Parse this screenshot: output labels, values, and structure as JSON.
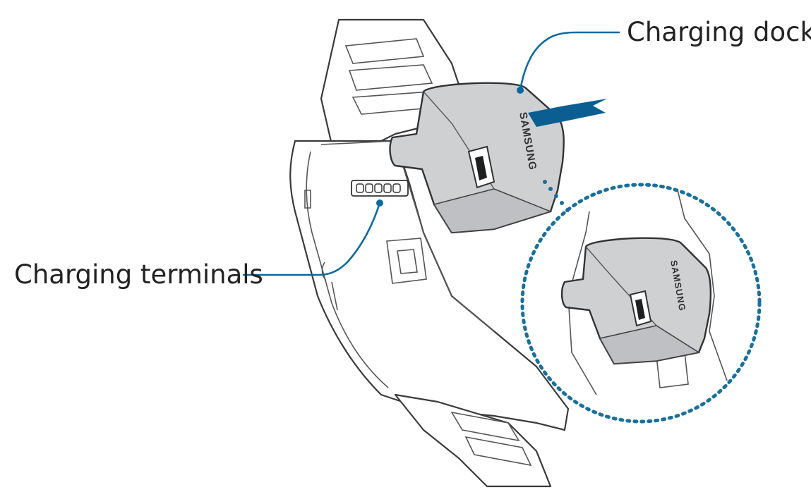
{
  "labels": {
    "charging_dock": "Charging dock",
    "charging_terminals": "Charging terminals"
  },
  "brand": {
    "dock_logo": "SAMSUNG",
    "zoom_logo": "SAMSUNG"
  },
  "colors": {
    "leader_line": "#0a6aa0",
    "insert_arrow": "#0b5e92",
    "zoom_ring": "#1a6f9c",
    "dock_fill": "#cfd0d2"
  },
  "icons": {
    "insert_direction": "arrow-left-icon",
    "usb_port": "micro-usb-port-icon"
  }
}
